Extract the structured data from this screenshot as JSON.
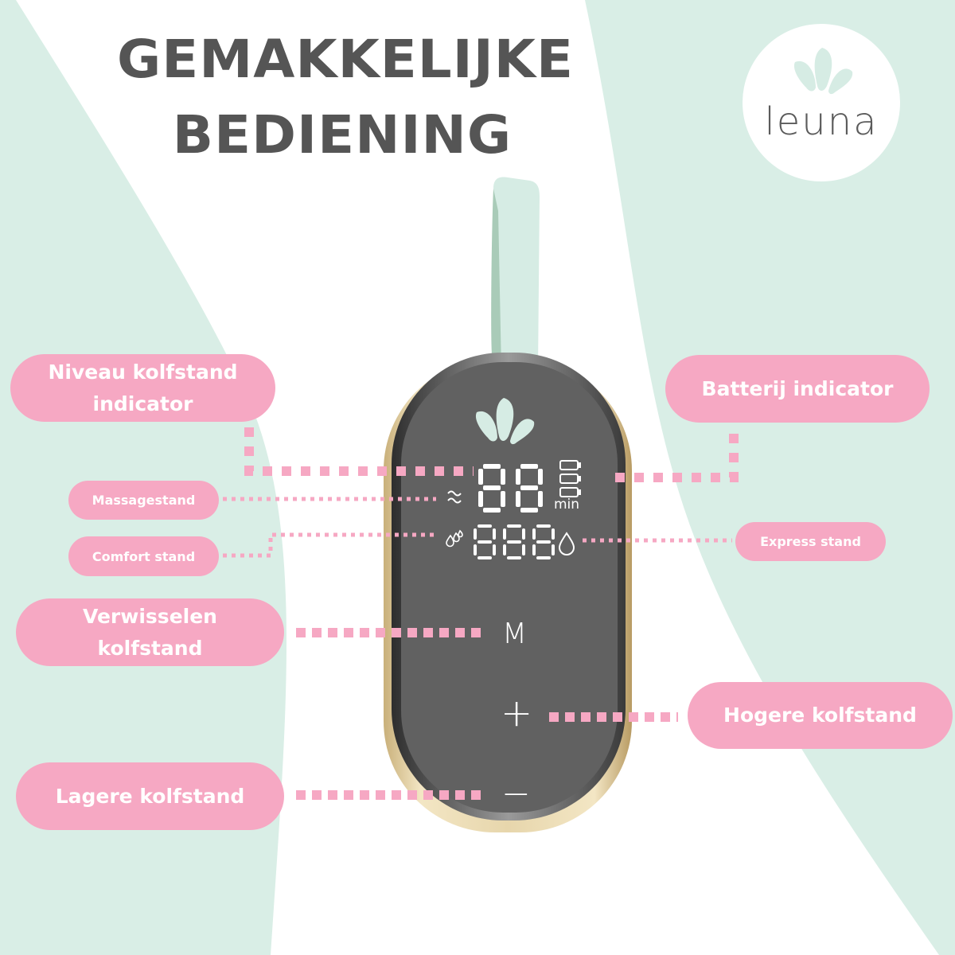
{
  "header": {
    "title_line1": "GEMAKKELIJKE",
    "title_line2": "BEDIENING"
  },
  "logo": {
    "text": "leuna",
    "icon": "droplet-splash-icon"
  },
  "colors": {
    "mint": "#d9eee6",
    "pink": "#f6a8c3",
    "title_gray": "#555555",
    "device_screen": "#616161",
    "device_rim": "#d8c79a",
    "strap": "#d6ece4"
  },
  "callouts": {
    "niveau": "Niveau kolfstand indicator",
    "niveau_l1": "Niveau kolfstand",
    "niveau_l2": "indicator",
    "batterij": "Batterij indicator",
    "massage": "Massagestand",
    "comfort": "Comfort stand",
    "express": "Express stand",
    "verwisselen_l1": "Verwisselen",
    "verwisselen_l2": "kolfstand",
    "hogere": "Hogere kolfstand",
    "lagere": "Lagere kolfstand"
  },
  "device": {
    "timer_digits": "88",
    "timer_unit": "min",
    "level_digits": "888",
    "mode_button": "M",
    "plus_button": "+",
    "minus_button": "−",
    "massage_icon": "wave-icon",
    "comfort_icon": "droplets-icon",
    "express_icon": "droplet-icon",
    "battery_icons": [
      "battery-full-icon",
      "battery-mid-icon",
      "battery-low-icon"
    ]
  }
}
